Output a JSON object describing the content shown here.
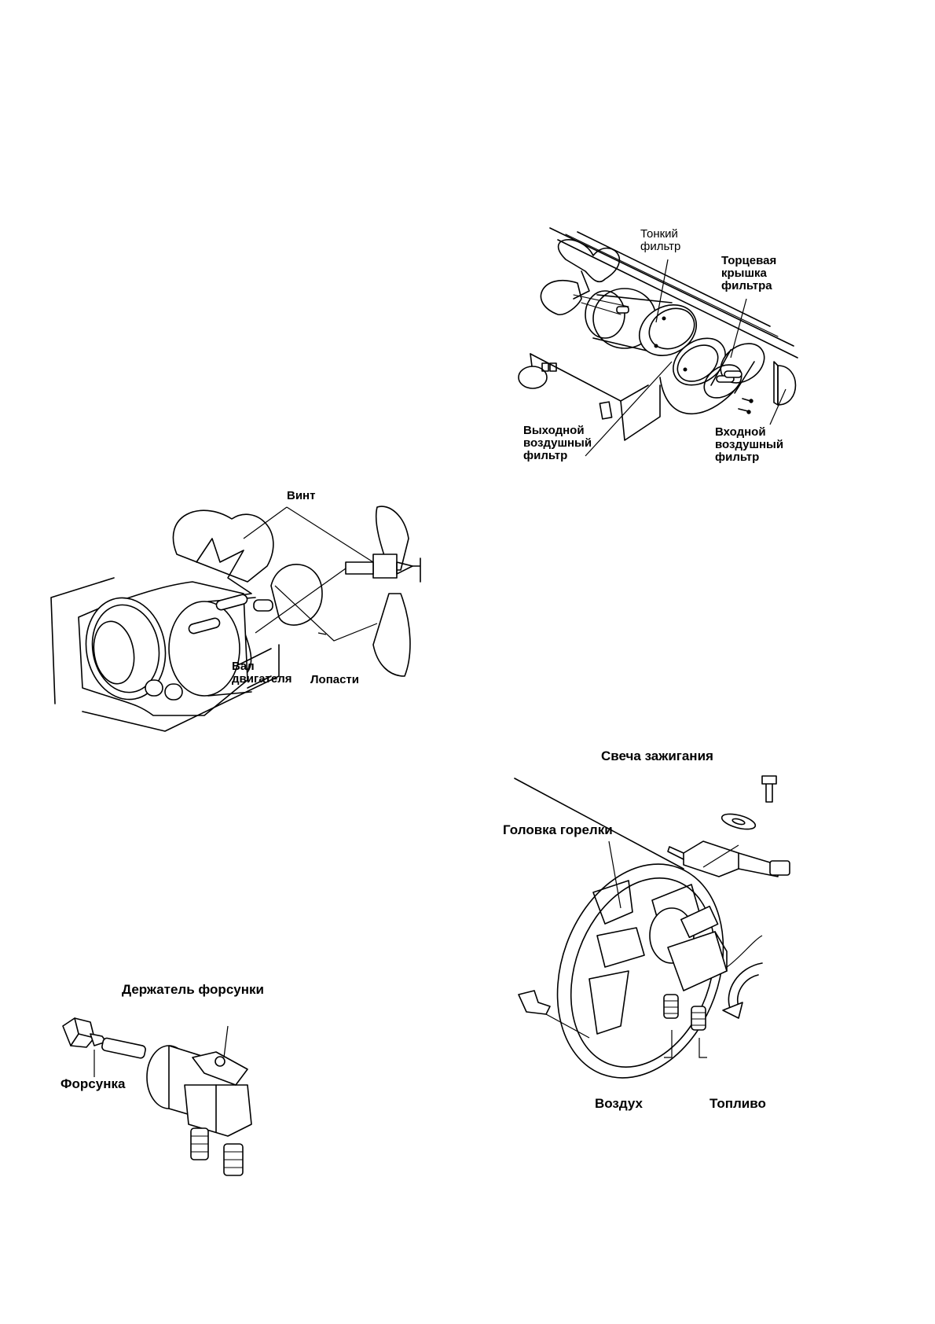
{
  "figures": {
    "filters": {
      "labels": {
        "fine_filter": [
          "Тонкий",
          "фильтр"
        ],
        "end_cap": [
          "Торцевая",
          "крышка",
          "фильтра"
        ],
        "outlet_filter": [
          "Выходной",
          "воздушный",
          "фильтр"
        ],
        "inlet_filter": [
          "Входной",
          "воздушный",
          "фильтр"
        ]
      }
    },
    "fan": {
      "labels": {
        "screw": "Винт",
        "motor_shaft": [
          "Вал",
          "двигателя"
        ],
        "blades": "Лопасти"
      }
    },
    "burner": {
      "labels": {
        "spark_plug": "Свеча зажигания",
        "burner_head": "Головка горелки",
        "air": "Воздух",
        "fuel": "Топливо"
      }
    },
    "nozzle": {
      "labels": {
        "nozzle_holder": "Держатель форсунки",
        "nozzle": "Форсунка"
      }
    }
  }
}
